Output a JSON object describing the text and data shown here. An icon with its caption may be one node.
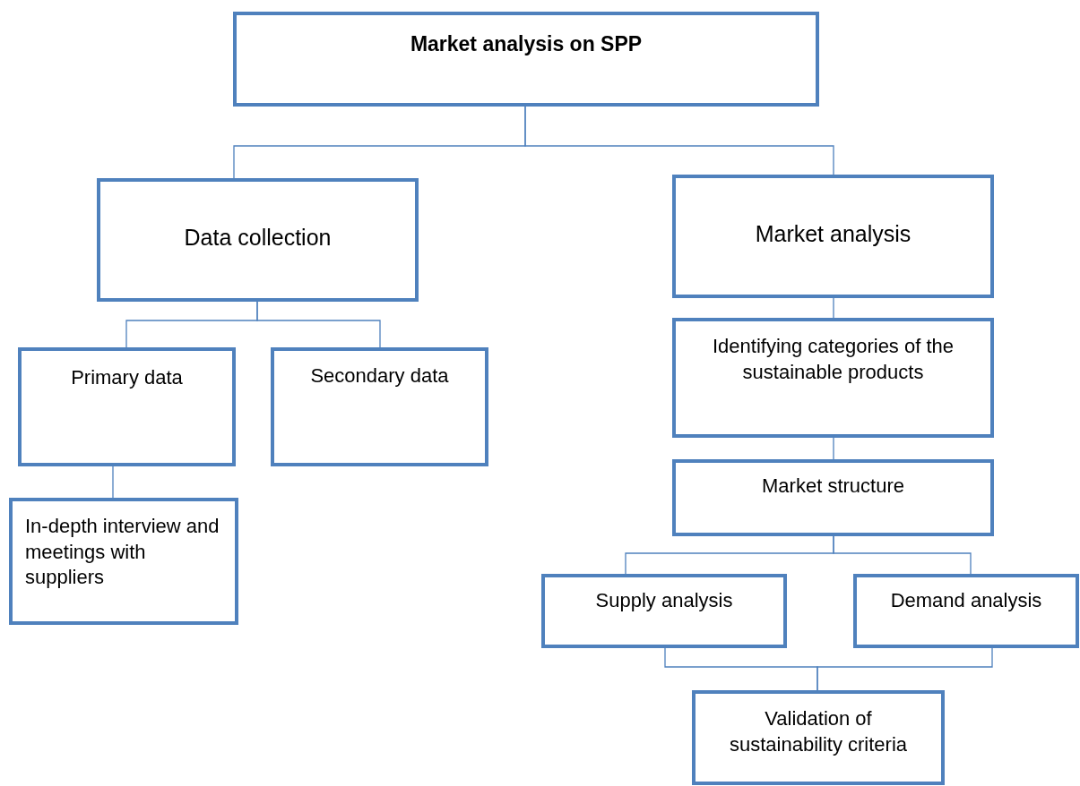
{
  "diagram": {
    "nodes": [
      {
        "text": [
          "Market analysis on SPP"
        ]
      },
      {
        "text": [
          "Data collection"
        ]
      },
      {
        "text": [
          "Market analysis"
        ]
      },
      {
        "text": [
          "Primary data"
        ]
      },
      {
        "text": [
          "Secondary data"
        ]
      },
      {
        "text": [
          "In-depth interview and meetings with suppliers"
        ]
      },
      {
        "text": [
          "Identifying categories of the sustainable products"
        ]
      },
      {
        "text": [
          "Market structure"
        ]
      },
      {
        "text": [
          "Supply analysis"
        ]
      },
      {
        "text": [
          "Demand analysis"
        ]
      },
      {
        "text": [
          "Validation of sustainability criteria"
        ]
      }
    ],
    "edges": [
      {
        "from": 0,
        "to": 1,
        "arrow": "none"
      },
      {
        "from": 0,
        "to": 2,
        "arrow": "none"
      },
      {
        "from": 1,
        "to": 3,
        "arrow": "none"
      },
      {
        "from": 1,
        "to": 4,
        "arrow": "none"
      },
      {
        "from": 3,
        "to": 5,
        "arrow": "none"
      },
      {
        "from": 2,
        "to": 6,
        "arrow": "none"
      },
      {
        "from": 6,
        "to": 7,
        "arrow": "none"
      },
      {
        "from": 7,
        "to": 8,
        "arrow": "none"
      },
      {
        "from": 7,
        "to": 9,
        "arrow": "none"
      },
      {
        "from": 8,
        "to": 10,
        "arrow": "none"
      },
      {
        "from": 9,
        "to": 10,
        "arrow": "none"
      }
    ]
  }
}
